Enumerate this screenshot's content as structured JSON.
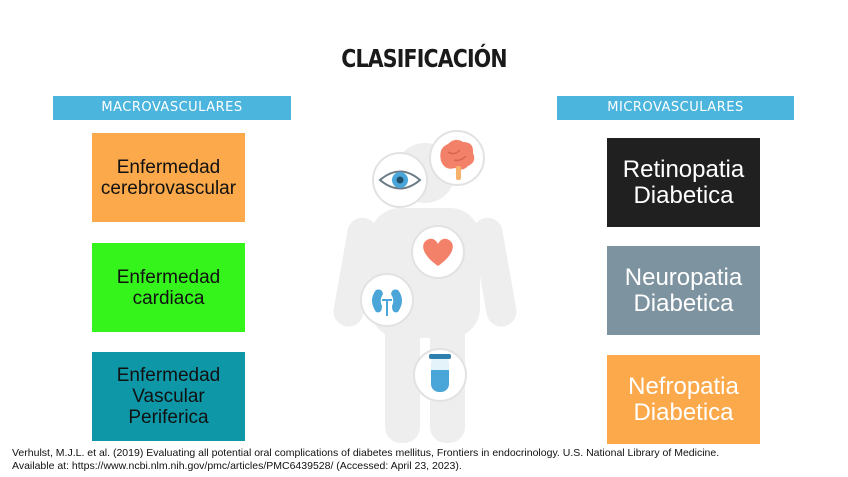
{
  "title": "CLASIFICACIÓN",
  "macro": {
    "header": "MACROVASCULARES",
    "items": [
      {
        "label": "Enfermedad\ncerebrovascular",
        "color": "#fba94a"
      },
      {
        "label": "Enfermedad\ncardiaca",
        "color": "#35f41b"
      },
      {
        "label": "Enfermedad\nVascular\nPeriferica",
        "color": "#0e97a7"
      }
    ]
  },
  "micro": {
    "header": "MICROVASCULARES",
    "items": [
      {
        "label": "Retinopatia\nDiabetica",
        "color": "#202020"
      },
      {
        "label": "Neuropatia\nDiabetica",
        "color": "#7d939f"
      },
      {
        "label": "Nefropatia\nDiabetica",
        "color": "#fba94a"
      }
    ]
  },
  "icons": [
    "eye-icon",
    "brain-icon",
    "heart-icon",
    "kidneys-icon",
    "test-tube-icon"
  ],
  "citation": {
    "line1": "Verhulst, M.J.L. et al. (2019) Evaluating all potential oral complications of diabetes mellitus, Frontiers in endocrinology. U.S. National Library of Medicine.",
    "line2": "Available at: https://www.ncbi.nlm.nih.gov/pmc/articles/PMC6439528/ (Accessed: April 23, 2023)."
  }
}
